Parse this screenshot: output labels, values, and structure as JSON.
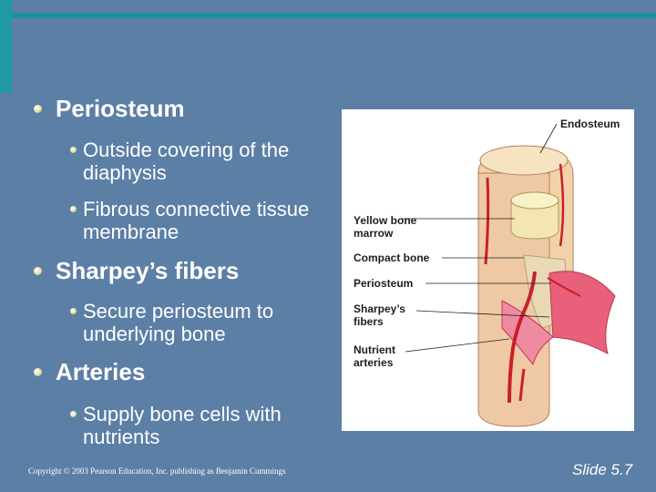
{
  "bullets": [
    {
      "label": "Periosteum",
      "subs": [
        "Outside covering of the diaphysis",
        "Fibrous connective tissue membrane"
      ]
    },
    {
      "label": "Sharpey’s fibers",
      "subs": [
        "Secure periosteum to underlying bone"
      ]
    },
    {
      "label": "Arteries",
      "subs": [
        "Supply bone cells with nutrients"
      ]
    }
  ],
  "figure": {
    "labels": {
      "endosteum": "Endosteum",
      "yellow_marrow": "Yellow bone marrow",
      "compact_bone": "Compact bone",
      "periosteum": "Periosteum",
      "sharpeys_fibers": "Sharpey’s fibers",
      "nutrient_arteries": "Nutrient arteries"
    }
  },
  "footer": {
    "copyright": "Copyright © 2003 Pearson Education, Inc. publishing as Benjamin Cummings",
    "slide_number": "Slide 5.7"
  },
  "colors": {
    "background": "#5c7fa6",
    "accent_bar": "#17929c",
    "artery_red": "#c8202a",
    "bone_cream": "#f3e6b0",
    "periosteum_pink": "#e8607a"
  }
}
